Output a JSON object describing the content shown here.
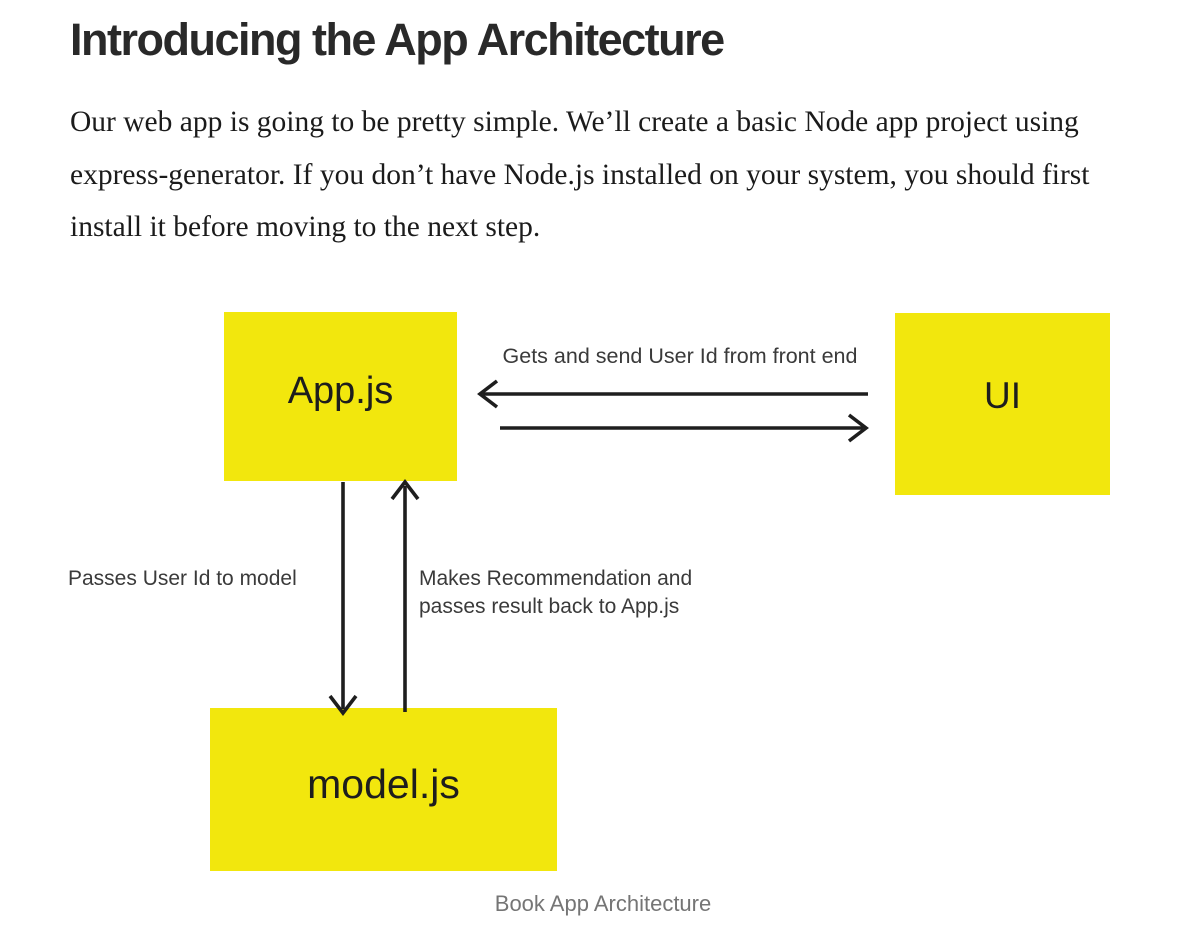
{
  "article": {
    "heading": "Introducing the App Architecture",
    "paragraph": "Our web app is going to be pretty simple. We’ll create a basic Node app project using express-generator. If you don’t have Node.js installed on your system, you should first install it before moving to the next step."
  },
  "diagram": {
    "nodes": [
      {
        "id": "app-js",
        "label": "App.js"
      },
      {
        "id": "ui",
        "label": "UI"
      },
      {
        "id": "model-js",
        "label": "model.js"
      }
    ],
    "edges": {
      "app_ui_label": "Gets and send User Id from front end",
      "app_model_label": "Passes User Id to model",
      "model_app_label_line1": "Makes Recommendation and",
      "model_app_label_line2": "passes result back to App.js"
    },
    "caption": "Book App Architecture",
    "colors": {
      "node_fill": "#F2E70D",
      "arrow_stroke": "#1E1E1E",
      "edge_label_text": "#3A3A3A",
      "caption_text": "#757575"
    }
  }
}
